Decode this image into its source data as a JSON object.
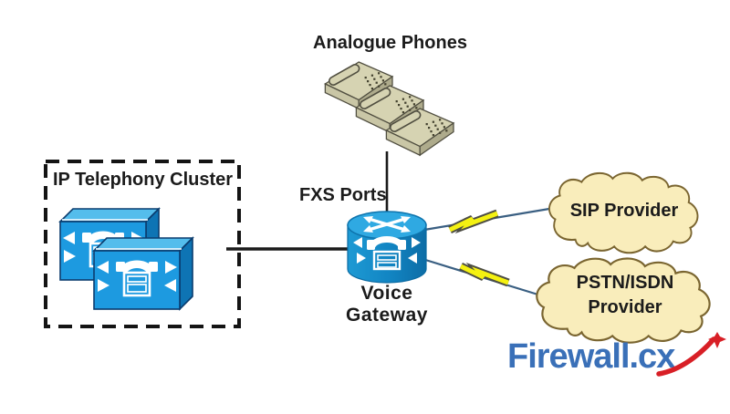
{
  "diagram": {
    "labels": {
      "analogue_phones": "Analogue Phones",
      "fxs_ports": "FXS Ports",
      "cluster_title": "IP Telephony Cluster",
      "gateway_line1": "Voice",
      "gateway_line2": "Gateway",
      "sip_cloud": "SIP Provider",
      "pstn_cloud_line1": "PSTN/ISDN",
      "pstn_cloud_line2": "Provider"
    },
    "logo": {
      "prefix": "Firewall.c",
      "suffix": "x"
    },
    "icons": {
      "phones": "analogue-phone-icon",
      "cluster_nodes": "callmanager-icon",
      "gateway": "voice-gateway-router-icon",
      "providers": "cloud-icon",
      "links": "lightning-bolt-icon"
    },
    "colors": {
      "cisco_blue_front": "#1d9ae0",
      "cisco_blue_top": "#54bdec",
      "cisco_blue_side": "#0e74b4",
      "gateway_top": "#2fa9e2",
      "gateway_body": "#1184c2",
      "cloud_fill": "#f9edbb",
      "cloud_stroke": "#7a6530",
      "lightning_yellow": "#f4f111",
      "connector_black": "#1a1a1a",
      "provider_line": "#3a5f82",
      "phone_beige": "#d6d3b2",
      "logo_blue": "#3a70b8",
      "logo_red": "#d81f26"
    }
  }
}
